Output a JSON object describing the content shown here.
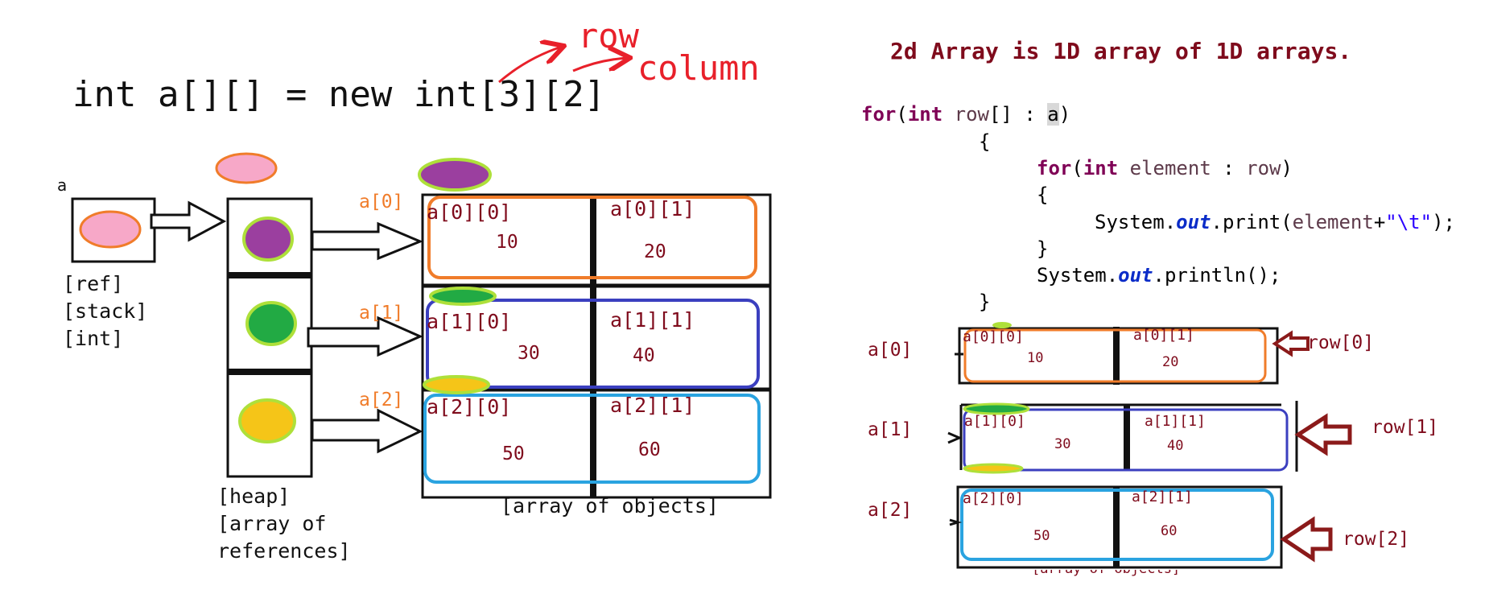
{
  "left": {
    "declaration": "int a[][] = new int[3][2]",
    "note_row": "row",
    "note_column": "column",
    "var_a": "a",
    "ref_labels": [
      "[ref]",
      "[stack]",
      "[int]"
    ],
    "heap_labels": [
      "[heap]",
      "[array of",
      "references]"
    ],
    "array_caption": "[array of objects]",
    "row_labels": [
      "a[0]",
      "a[1]",
      "a[2]"
    ],
    "cells": [
      {
        "index": "a[0][0]",
        "value": "10"
      },
      {
        "index": "a[0][1]",
        "value": "20"
      },
      {
        "index": "a[1][0]",
        "value": "30"
      },
      {
        "index": "a[1][1]",
        "value": "40"
      },
      {
        "index": "a[2][0]",
        "value": "50"
      },
      {
        "index": "a[2][1]",
        "value": "60"
      }
    ]
  },
  "right": {
    "title": "2d Array is 1D array of 1D arrays.",
    "code": {
      "for_kw": "for",
      "int_kw": "int",
      "row_var": "row",
      "brackets_colon": "[] : ",
      "a_var": "a",
      "element_var": "element",
      "colon": " : ",
      "system": "System.",
      "out": "out",
      "print": ".print(",
      "plus": "+",
      "tab": "\"\\t\"",
      "end": ");",
      "println": ".println();",
      "open_brace": "{",
      "close_brace": "}",
      "open_paren": "(",
      "close_paren": ")",
      "space": " "
    },
    "row_labels": [
      "a[0]",
      "a[1]",
      "a[2]"
    ],
    "row_refs": [
      "row[0]",
      "row[1]",
      "row[2]"
    ],
    "array_caption": "[array of objects]",
    "cells": [
      {
        "index": "a[0][0]",
        "value": "10"
      },
      {
        "index": "a[0][1]",
        "value": "20"
      },
      {
        "index": "a[1][0]",
        "value": "30"
      },
      {
        "index": "a[1][1]",
        "value": "40"
      },
      {
        "index": "a[2][0]",
        "value": "50"
      },
      {
        "index": "a[2][1]",
        "value": "60"
      }
    ]
  },
  "colors": {
    "row0": "#f07c2a",
    "row1": "#3b3fbf",
    "row2": "#2aa3e0",
    "pink": "#f7a8c8",
    "purple": "#9b3f9f",
    "green": "#22aa44",
    "yellow": "#f5c518",
    "lime": "#aee03a",
    "maroon": "#7f0b1c"
  }
}
